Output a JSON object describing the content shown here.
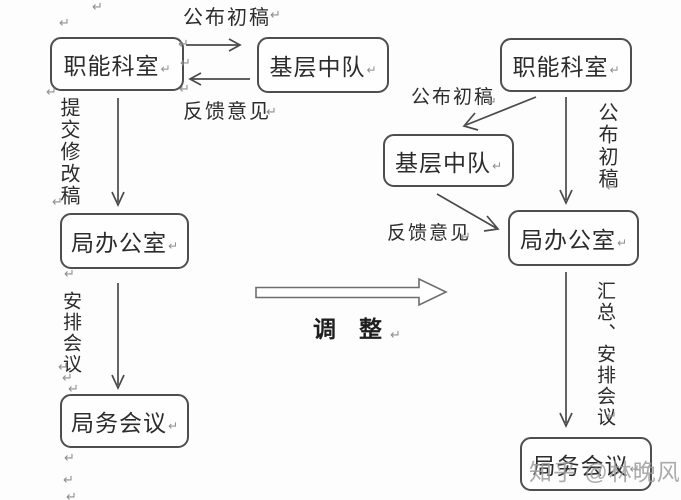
{
  "decor": {
    "return_mark": "↵"
  },
  "watermark": {
    "text": "知乎 @林晚风"
  },
  "diagram": {
    "before": {
      "nodes": {
        "functional_section": "职能科室",
        "grassroots_squad": "基层中队",
        "bureau_office": "局办公室",
        "bureau_meeting": "局务会议"
      },
      "labels": {
        "publish_draft": "公布初稿",
        "feedback": "反馈意见",
        "submit_revised_draft": "提交修改稿",
        "arrange_meeting": "安排会议"
      }
    },
    "after": {
      "nodes": {
        "functional_section": "职能科室",
        "grassroots_squad": "基层中队",
        "bureau_office": "局办公室",
        "bureau_meeting": "局务会议"
      },
      "labels": {
        "publish_draft_to_squad": "公布初稿",
        "publish_draft_to_office": "公布初稿",
        "feedback": "反馈意见",
        "summarize_arrange_meeting": "汇总、安排会议"
      }
    },
    "transition_label": "调　整"
  }
}
